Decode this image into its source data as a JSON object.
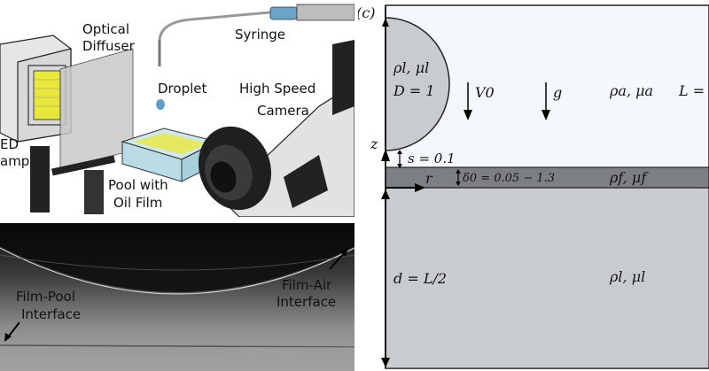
{
  "setup": {
    "led_lamp": "ED\namp",
    "optical_diffuser": "Optical\nDiffuser",
    "syringe": "Syringe",
    "droplet": "Droplet",
    "camera": "High Speed\nCamera",
    "pool": "Pool with\nOil Film"
  },
  "photo": {
    "film_pool": "Film-Pool\nInterface",
    "film_air": "Film-Air\nInterface"
  },
  "schematic": {
    "panel_label": "(c)",
    "drop_props": "ρl, μl",
    "drop_diameter": "D = 1",
    "velocity": "V0",
    "gravity": "g",
    "air_props": "ρa, μa",
    "domain_length": "L =",
    "z_axis": "z",
    "gap": "s = 0.1",
    "r_axis": "r",
    "film_thickness": "δ0 = 0.05 − 1.3",
    "film_props": "ρf, μf",
    "pool_depth": "d = L/2",
    "pool_props": "ρl, μl"
  },
  "colors": {
    "drop": "#c9cccf",
    "film": "#7d8083",
    "pool": "#c9cccf",
    "air": "#f4f8fb",
    "yellow": "#e8e83c",
    "pool_tint": "#cfe8ee"
  }
}
